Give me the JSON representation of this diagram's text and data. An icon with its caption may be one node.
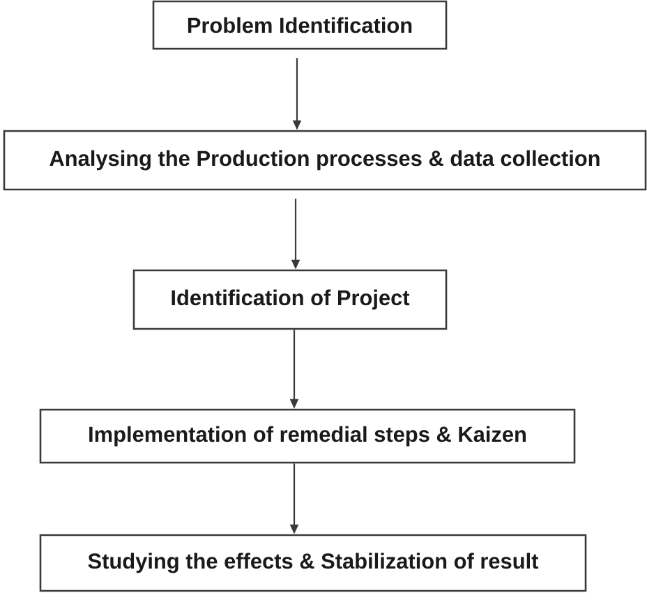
{
  "diagram": {
    "nodes": [
      {
        "text": [
          "Problem Identification"
        ]
      },
      {
        "text": [
          "Analysing the Production processes & data collection"
        ]
      },
      {
        "text": [
          "Identification of Project"
        ]
      },
      {
        "text": [
          "Implementation of remedial steps & Kaizen"
        ]
      },
      {
        "text": [
          "Studying the effects & Stabilization of result"
        ]
      }
    ],
    "edges": [
      {
        "from": 0,
        "to": 1,
        "arrow": "to"
      },
      {
        "from": 1,
        "to": 2,
        "arrow": "to"
      },
      {
        "from": 2,
        "to": 3,
        "arrow": "to"
      },
      {
        "from": 3,
        "to": 4,
        "arrow": "to"
      }
    ]
  }
}
